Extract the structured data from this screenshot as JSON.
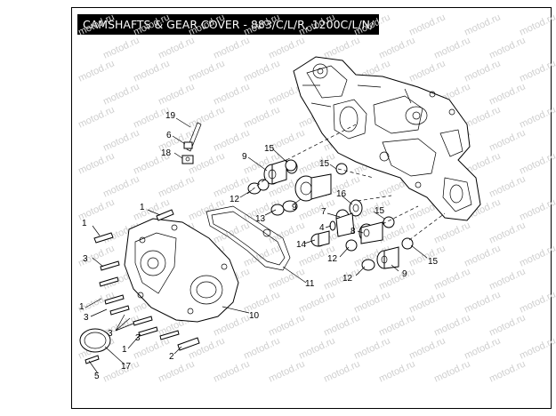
{
  "header": {
    "title": "CAMSHAFTS & GEAR COVER - 883/C/L/R, 1200C/L/N/"
  },
  "watermark": {
    "text": "motod.ru",
    "color": "#cfcfcf"
  },
  "callouts": {
    "c1a": "1",
    "c1b": "1",
    "c1c": "1",
    "c1d": "1",
    "c2": "2",
    "c3a": "3",
    "c3b": "3",
    "c3c": "3",
    "c3d": "3",
    "c4": "4",
    "c5": "5",
    "c6": "6",
    "c7": "7",
    "c8": "8",
    "c9a": "9",
    "c9b": "9",
    "c9c": "9",
    "c10": "10",
    "c11": "11",
    "c12a": "12",
    "c12b": "12",
    "c12c": "12",
    "c13": "13",
    "c14": "14",
    "c15a": "15",
    "c15b": "15",
    "c15c": "15",
    "c15d": "15",
    "c16": "16",
    "c17": "17",
    "c18": "18",
    "c19": "19"
  }
}
